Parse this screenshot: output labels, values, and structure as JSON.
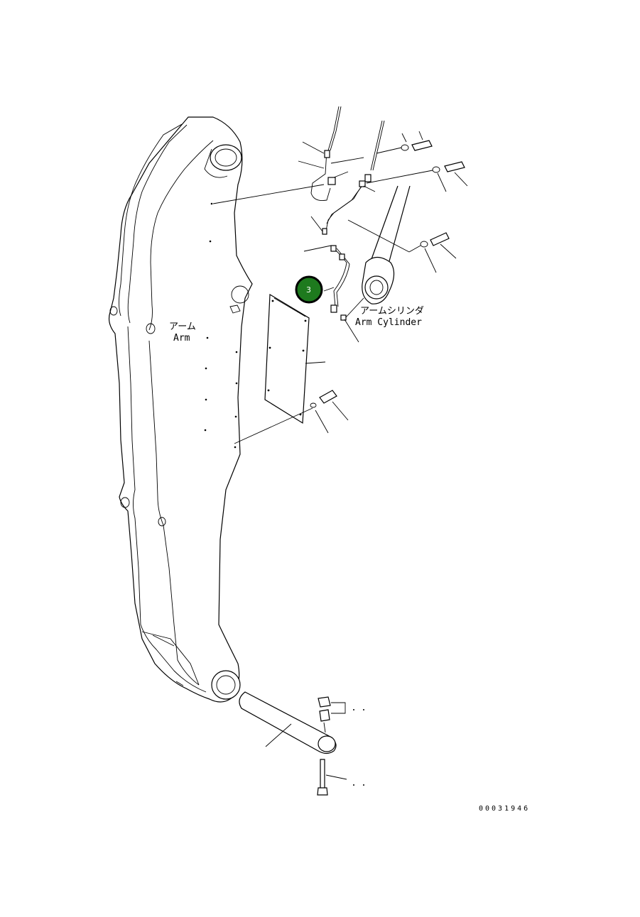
{
  "labels": {
    "arm_jp": "アーム",
    "arm_en": "Arm",
    "cylinder_jp": "アームシリンダ",
    "cylinder_en": "Arm Cylinder",
    "drawing_number": "00031946"
  },
  "callouts": [
    {
      "number": "3",
      "color": "#1e7a1e",
      "border": "#000000"
    }
  ],
  "colors": {
    "line": "#000000",
    "background": "#ffffff",
    "callout_fill": "#1e7a1e"
  }
}
